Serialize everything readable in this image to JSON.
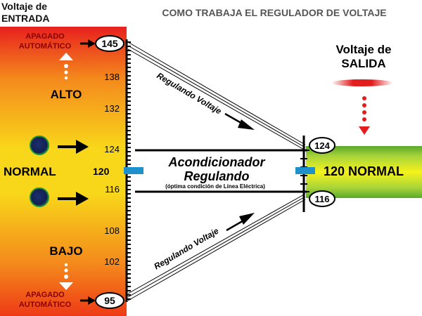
{
  "title": "COMO TRABAJA EL REGULADOR DE VOLTAJE",
  "input_label": {
    "line1": "Voltaje de",
    "line2": "ENTRADA"
  },
  "output_label": {
    "line1": "Voltaje de",
    "line2": "SALIDA"
  },
  "shutdown_label": {
    "line1": "APAGADO",
    "line2": "AUTOMÁTICO"
  },
  "levels": {
    "high_cutoff": "145",
    "high_1": "138",
    "high_2": "132",
    "upper": "124",
    "nominal": "120",
    "lower": "116",
    "low_1": "108",
    "low_2": "102",
    "low_cutoff": "95"
  },
  "zones": {
    "high": "ALTO",
    "normal": "NORMAL",
    "low": "BAJO"
  },
  "regulating_label": "Regulando Voltaje",
  "conditioner": {
    "line1": "Acondicionador",
    "line2": "Regulando",
    "note": "(óptima condición de Línea Eléctrica)"
  },
  "output_normal": "120 NORMAL",
  "colors": {
    "gradient_top": "#e8201e",
    "gradient_mid": "#f8d61a",
    "gradient_bottom": "#ee3a16",
    "output_band_green": "#7fbf28",
    "output_band_yellow": "#f5f21a",
    "marker_blue": "#1e90cc",
    "arrow_red": "#e21d1d",
    "dot_navy": "#16265c",
    "dot_green": "#1f8f3c"
  }
}
